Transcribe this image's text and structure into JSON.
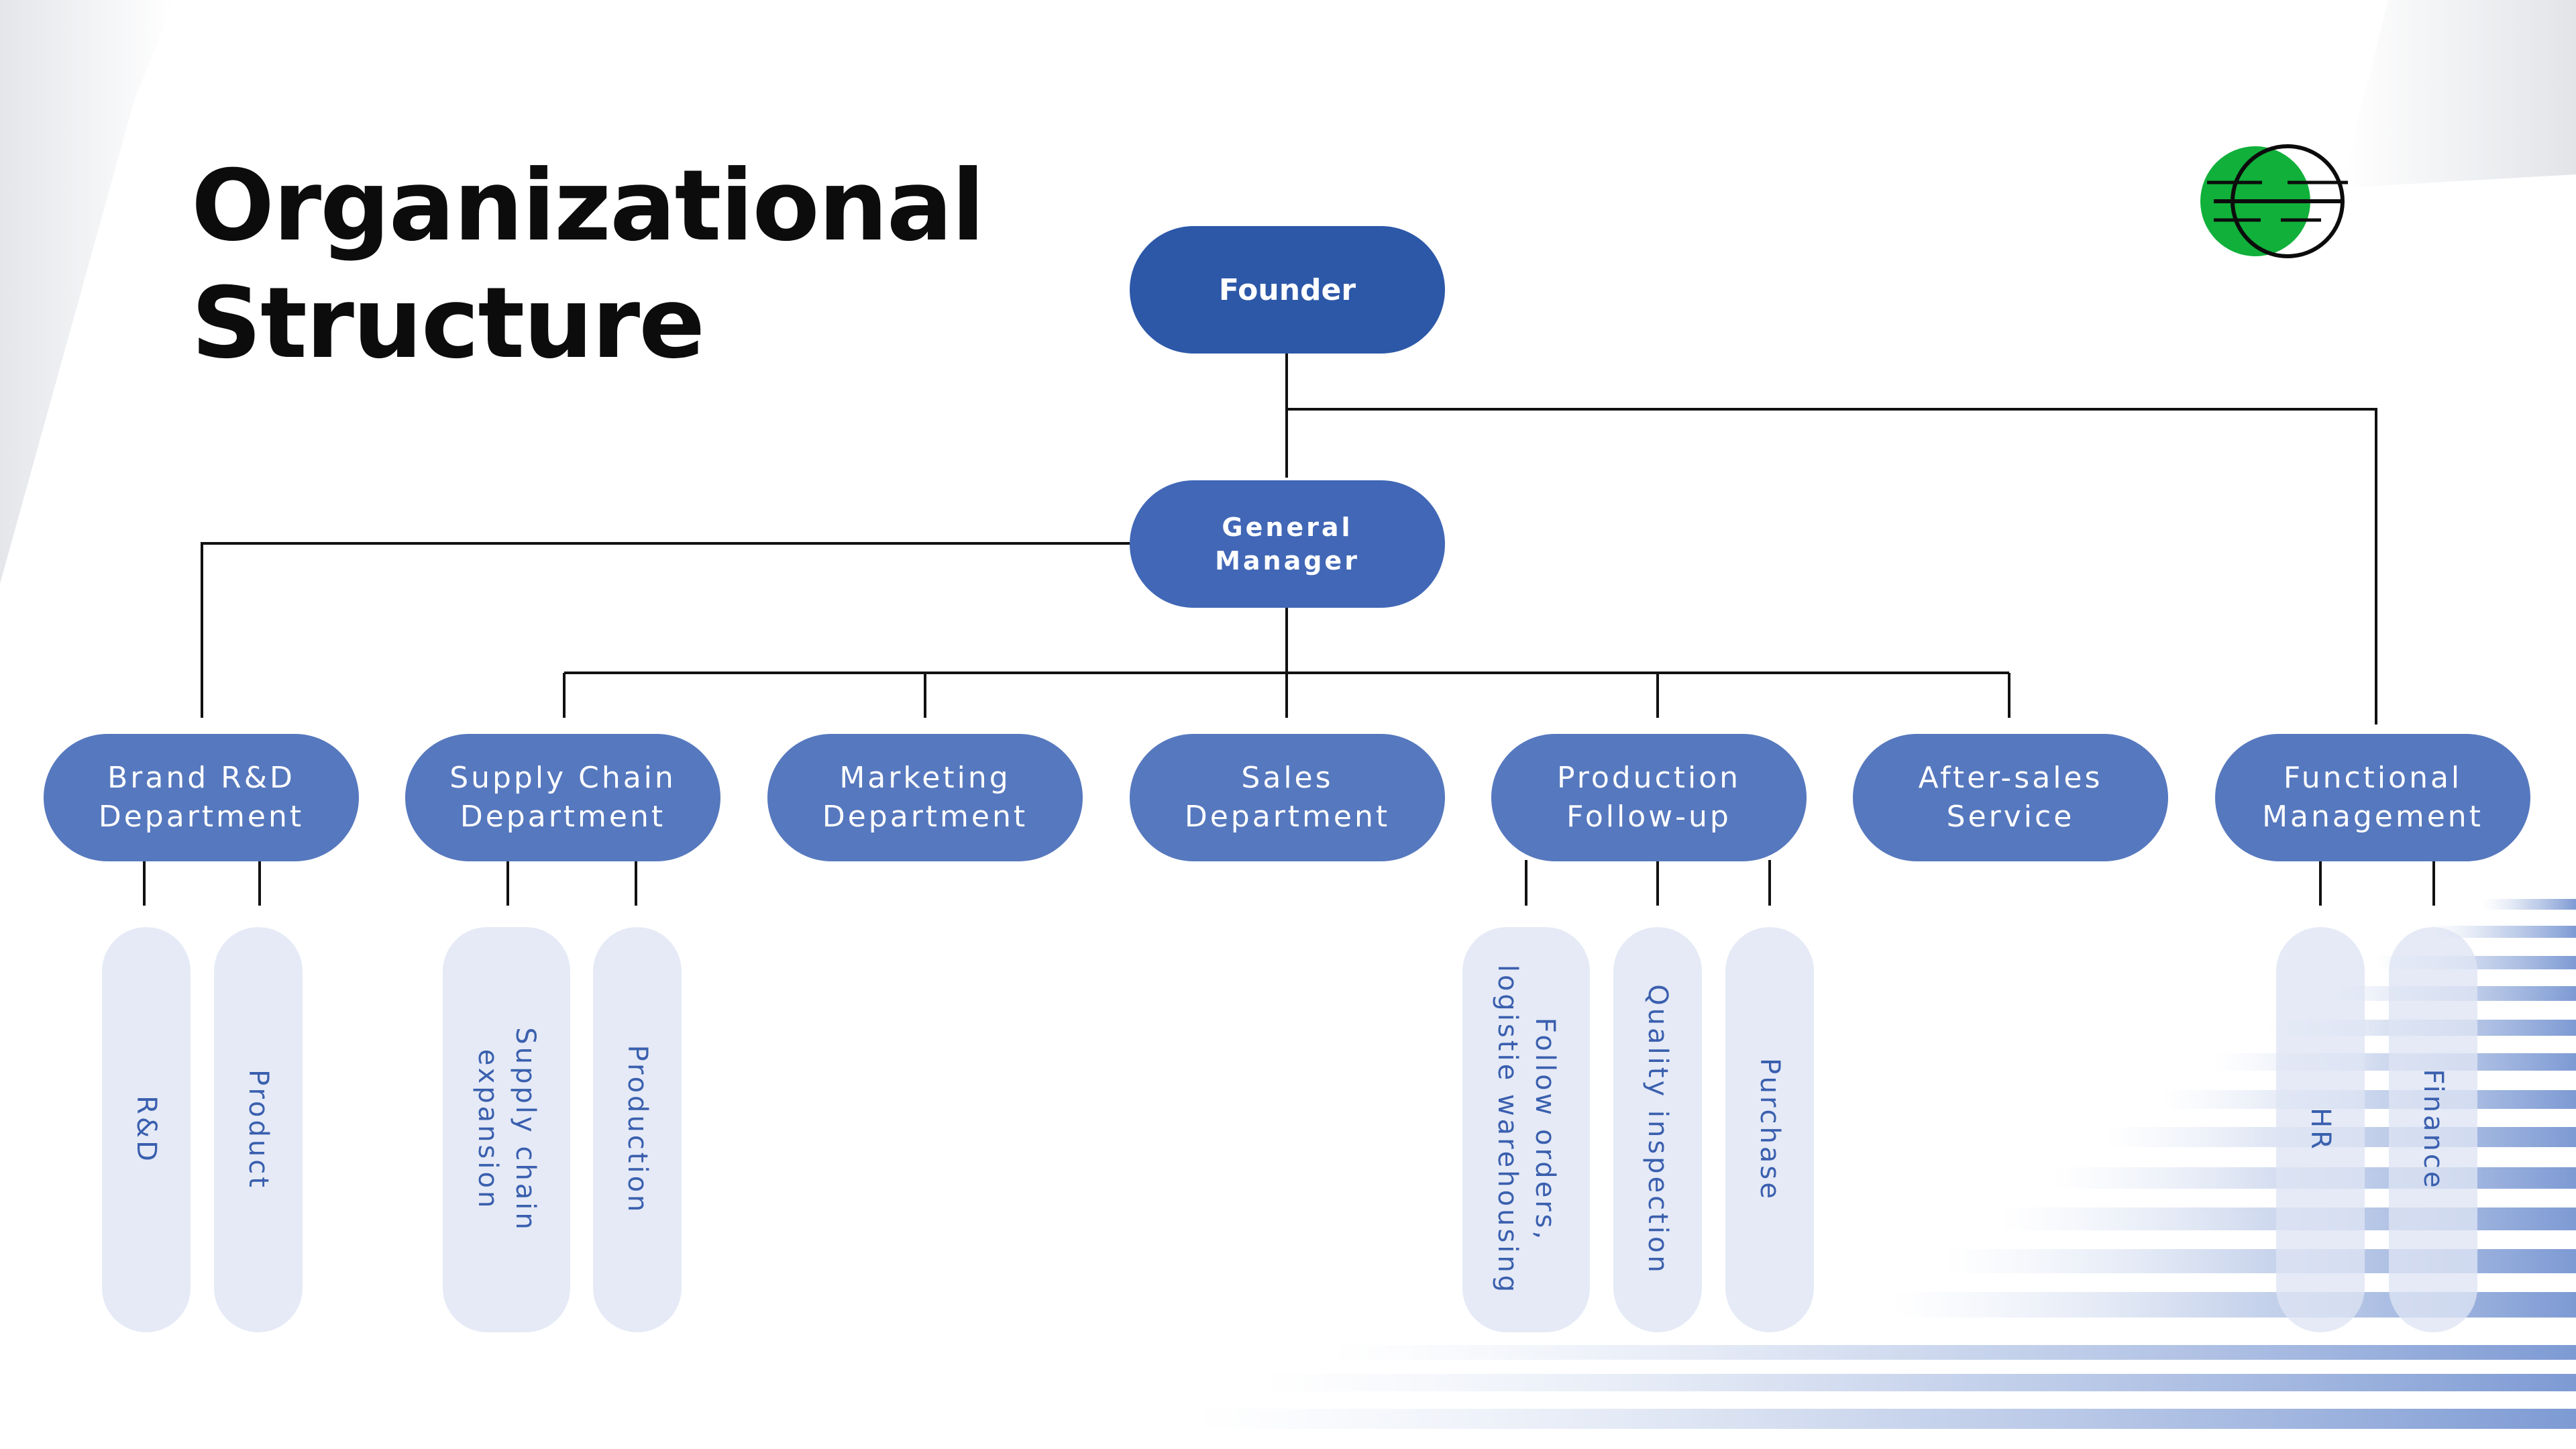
{
  "slide": {
    "title_line1": "Organizational",
    "title_line2": "Structure"
  },
  "logo": {
    "icon": "circle-logo-icon",
    "colors": [
      "#10b03a",
      "#0c0c0c"
    ]
  },
  "colors": {
    "founder": "#2d58a8",
    "general_manager": "#4167b6",
    "department": "#5678be",
    "sub_unit_fill": "#dee4f4",
    "sub_unit_text": "#3a5fae",
    "connector": "#111111"
  },
  "org": {
    "founder": "Founder",
    "general_manager": [
      "General",
      "Manager"
    ],
    "departments": [
      {
        "id": "brand-rd",
        "label": [
          "Brand R&D",
          "Department"
        ]
      },
      {
        "id": "supply-chain",
        "label": [
          "Supply Chain",
          "Department"
        ]
      },
      {
        "id": "marketing",
        "label": [
          "Marketing",
          "Department"
        ]
      },
      {
        "id": "sales",
        "label": [
          "Sales",
          "Department"
        ]
      },
      {
        "id": "production",
        "label": [
          "Production",
          "Follow-up"
        ]
      },
      {
        "id": "after-sales",
        "label": [
          "After-sales",
          "Service"
        ]
      },
      {
        "id": "functional",
        "label": [
          "Functional",
          "Management"
        ]
      }
    ],
    "sub_units": [
      {
        "parent": "brand-rd",
        "label": [
          "R&D"
        ]
      },
      {
        "parent": "brand-rd",
        "label": [
          "Product"
        ]
      },
      {
        "parent": "supply-chain",
        "label": [
          "Supply chain",
          "expansion"
        ]
      },
      {
        "parent": "supply-chain",
        "label": [
          "Production"
        ]
      },
      {
        "parent": "production",
        "label": [
          "Follow orders,",
          "logistie warehousing"
        ]
      },
      {
        "parent": "production",
        "label": [
          "Quality inspection"
        ]
      },
      {
        "parent": "production",
        "label": [
          "Purchase"
        ]
      },
      {
        "parent": "functional",
        "label": [
          "HR"
        ]
      },
      {
        "parent": "functional",
        "label": [
          "Finance"
        ]
      }
    ]
  }
}
